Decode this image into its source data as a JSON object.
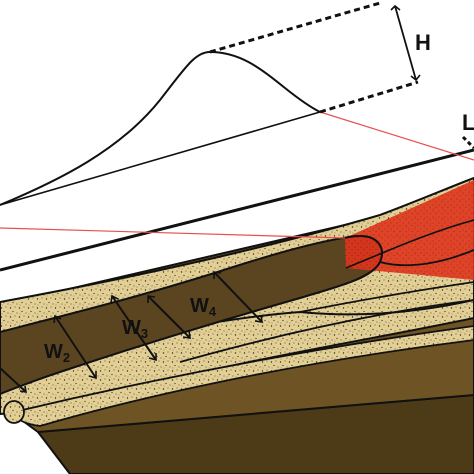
{
  "labels": {
    "height": "H",
    "length": "L",
    "w2_main": "W",
    "w2_sub": "2",
    "w3_main": "W",
    "w3_sub": "3",
    "w4_main": "W",
    "w4_sub": "4"
  },
  "colors": {
    "sand": "#e2cf96",
    "sand_dark": "#c9b272",
    "base_top": "#6e5424",
    "base_side": "#4d3a17",
    "trough": "#5b4520",
    "red_zone": "#e0341c",
    "red_line": "#e85050",
    "outline": "#111111"
  }
}
